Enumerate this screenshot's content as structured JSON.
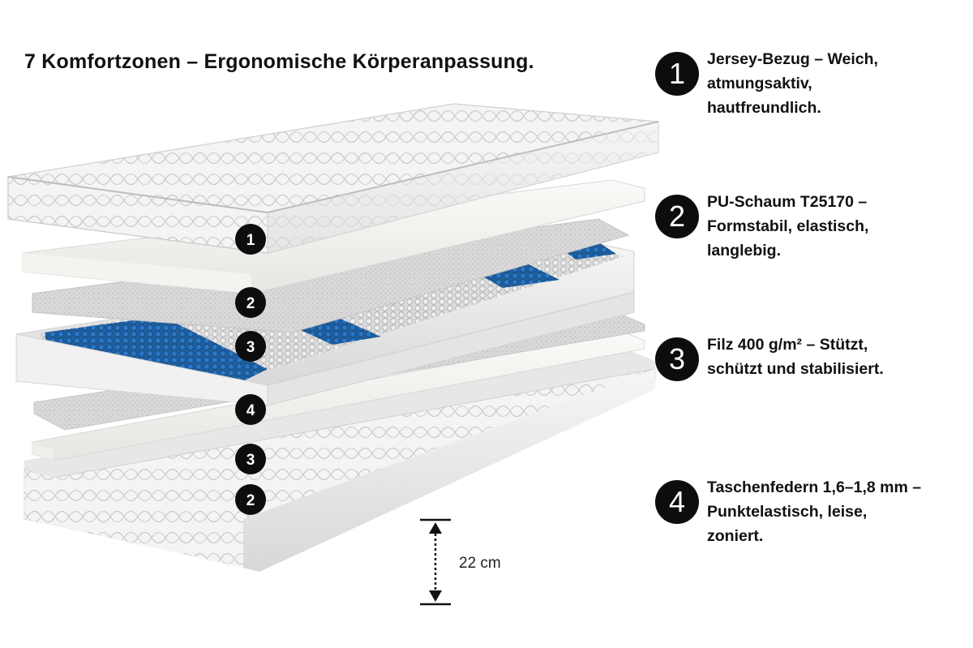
{
  "headline": "7 Komfortzonen – Ergonomische Körperanpassung.",
  "layer_badges": [
    "1",
    "2",
    "3",
    "4",
    "3",
    "2"
  ],
  "height_label": "22 cm",
  "legend": [
    {
      "number": "1",
      "text": "Jersey-Bezug – Weich,\natmungsaktiv,\nhautfreundlich."
    },
    {
      "number": "2",
      "text": "PU-Schaum T25170 –\nFormstabil, elastisch,\nlanglebig."
    },
    {
      "number": "3",
      "text": "Filz 400 g/m² – Stützt,\nschützt und stabilisiert."
    },
    {
      "number": "4",
      "text": "Taschenfedern 1,6–1,8 mm –\nPunktelastisch, leise,\nzoniert."
    }
  ],
  "colors": {
    "badge": "#0d0d0d",
    "spring_zone": "#2a78c8",
    "fabric": "#f2f2f2",
    "foam": "#f7f7f5",
    "felt": "#d6d6d6"
  }
}
